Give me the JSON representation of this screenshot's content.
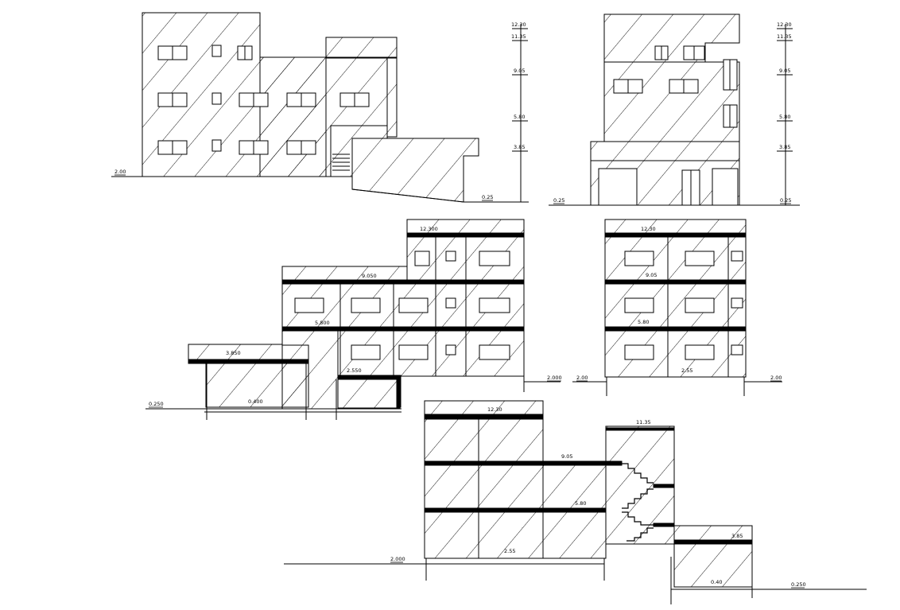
{
  "drawing_title": "",
  "colors": {
    "ink": "#000000",
    "paper": "#ffffff"
  },
  "hatch": {
    "pattern": "diagonal-lines"
  },
  "front_elevation": {
    "label": "",
    "scale_levels": [
      "12.30",
      "11.35",
      "9.05",
      "5.80",
      "3.85"
    ],
    "ground_left": "2.00",
    "ground_right": "0.25"
  },
  "side_elevation": {
    "label": "",
    "scale_levels": [
      "12.30",
      "11.35",
      "9.05",
      "5.80",
      "3.85"
    ],
    "ground_left": "0.25",
    "ground_right": "0.25"
  },
  "section_a": {
    "label": "",
    "levels": {
      "roof": "12.300",
      "second": "9.050",
      "first": "5.800",
      "annex_roof": "3.850",
      "mid": "2.550",
      "annex_floor": "0.400",
      "ground_right": "2.000",
      "ground_left": "0.250"
    }
  },
  "section_b": {
    "label": "",
    "levels": {
      "roof": "12.30",
      "second": "9.05",
      "first": "5.80",
      "floor": "2.55",
      "ground_left": "2.00",
      "ground_right": "2.00"
    }
  },
  "section_c": {
    "label": "",
    "levels": {
      "roof": "12.30",
      "stair_roof": "11.35",
      "second": "9.05",
      "first": "5.80",
      "annex_roof": "3.85",
      "floor": "2.55",
      "ground_left": "2.000",
      "annex_floor": "0.40",
      "ground_right": "0.250"
    }
  }
}
